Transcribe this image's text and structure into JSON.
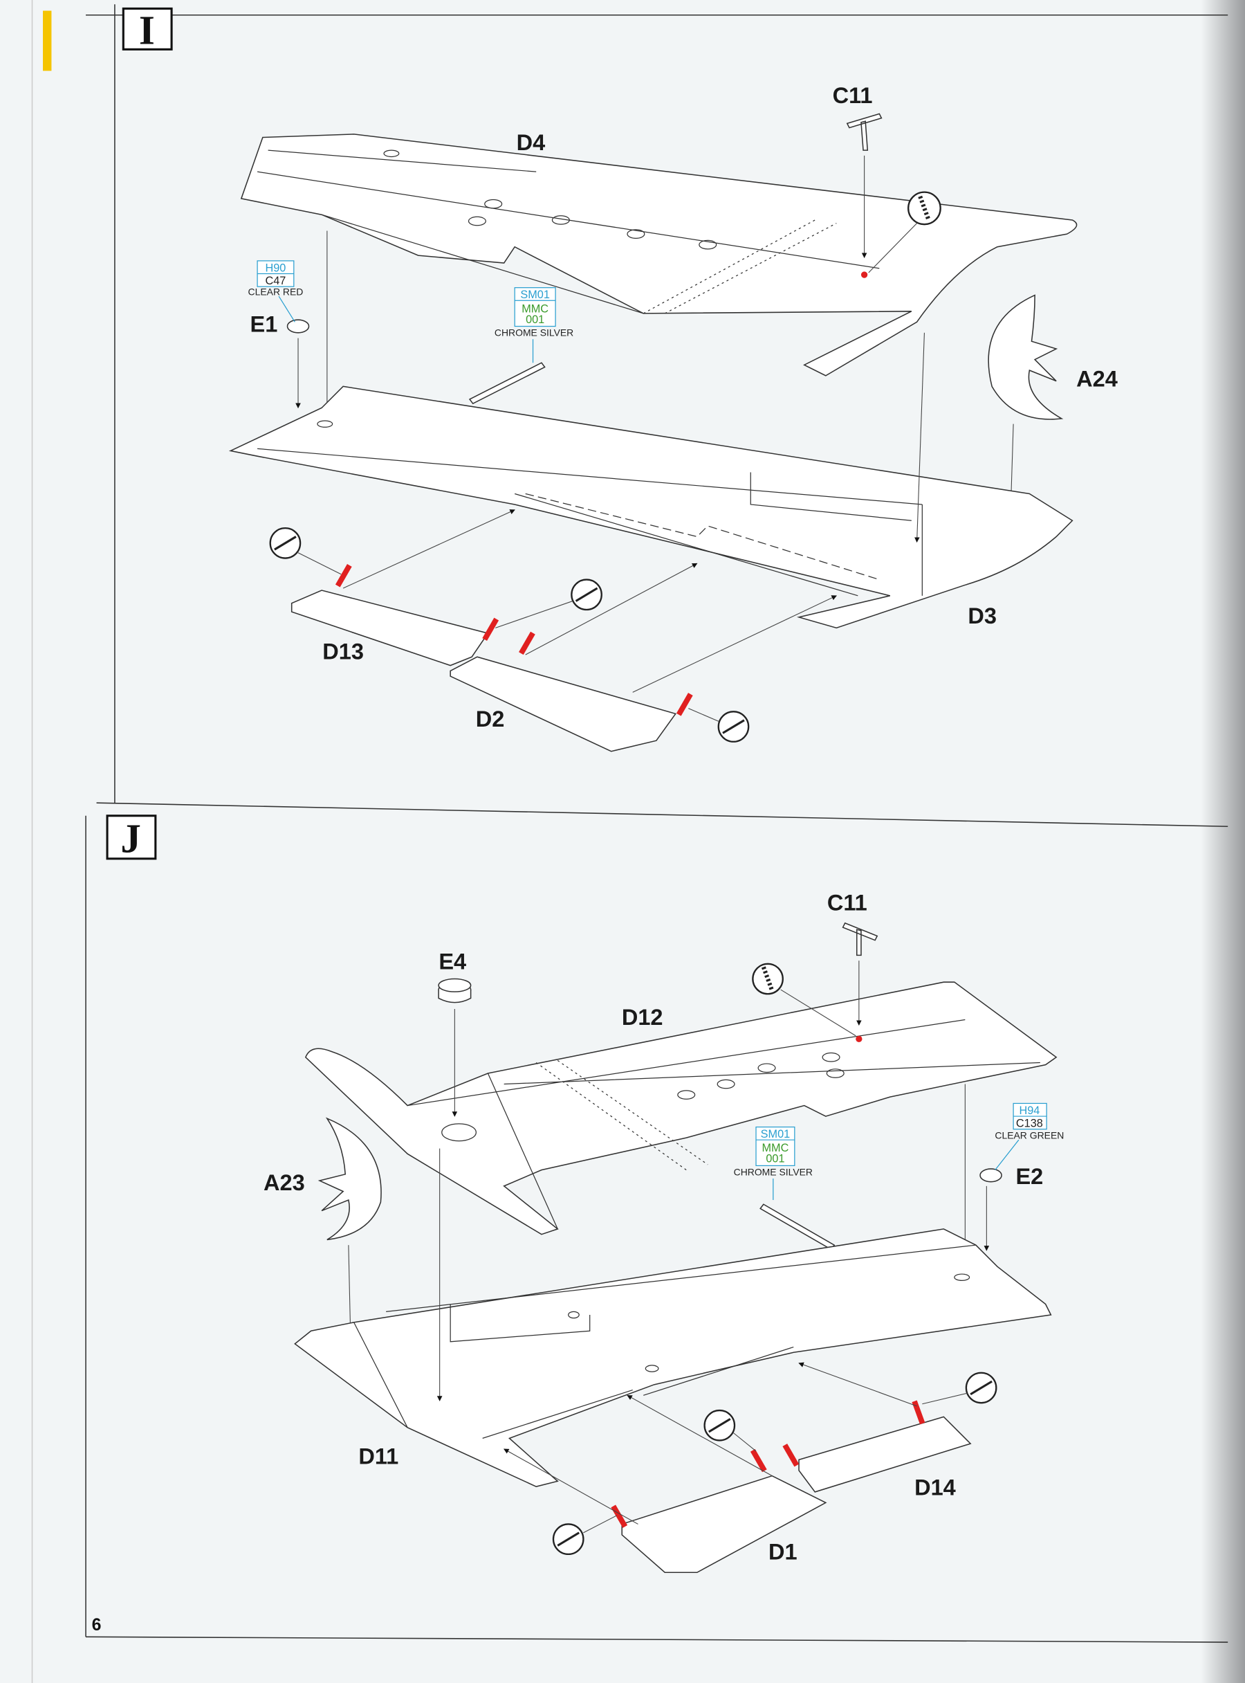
{
  "page_number": "6",
  "accent_color": "#f5c400",
  "steps": [
    {
      "id": "I",
      "parts": [
        "D4",
        "C11",
        "E1",
        "A24",
        "D13",
        "D2",
        "D3"
      ],
      "paints": [
        {
          "codes": [
            "H90",
            "C47"
          ],
          "name": "CLEAR RED",
          "part": "E1"
        },
        {
          "codes": [
            "SM01",
            "MMC",
            "001"
          ],
          "name": "CHROME SILVER"
        }
      ]
    },
    {
      "id": "J",
      "parts": [
        "C11",
        "E4",
        "D12",
        "A23",
        "E2",
        "D11",
        "D14",
        "D1"
      ],
      "paints": [
        {
          "codes": [
            "SM01",
            "MMC",
            "001"
          ],
          "name": "CHROME SILVER"
        },
        {
          "codes": [
            "H94",
            "C138"
          ],
          "name": "CLEAR GREEN",
          "part": "E2"
        }
      ]
    }
  ],
  "icons": [
    "drill-hole-icon",
    "cut-part-icon",
    "assembly-arrow-icon"
  ],
  "colors": {
    "red_pin": "#e02020",
    "code_blue": "#2a9fd0",
    "code_green": "#3a9a2a"
  }
}
